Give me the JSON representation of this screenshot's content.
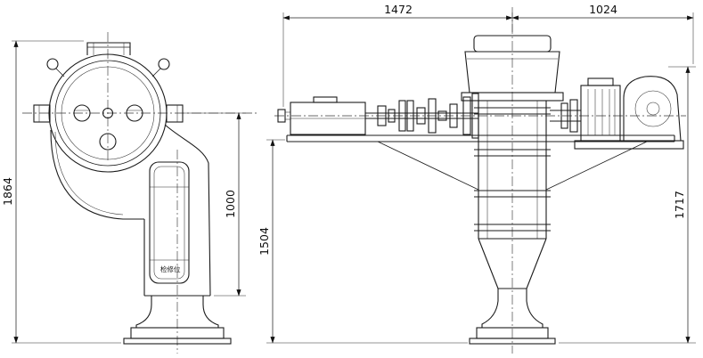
{
  "drawing": {
    "dimensions": {
      "overall_height_left": "1864",
      "discharge_center_height": "1000",
      "platform_to_base": "1504",
      "span_left": "1472",
      "span_right": "1024",
      "overall_height_right": "1717"
    },
    "annotation": "检修位"
  }
}
